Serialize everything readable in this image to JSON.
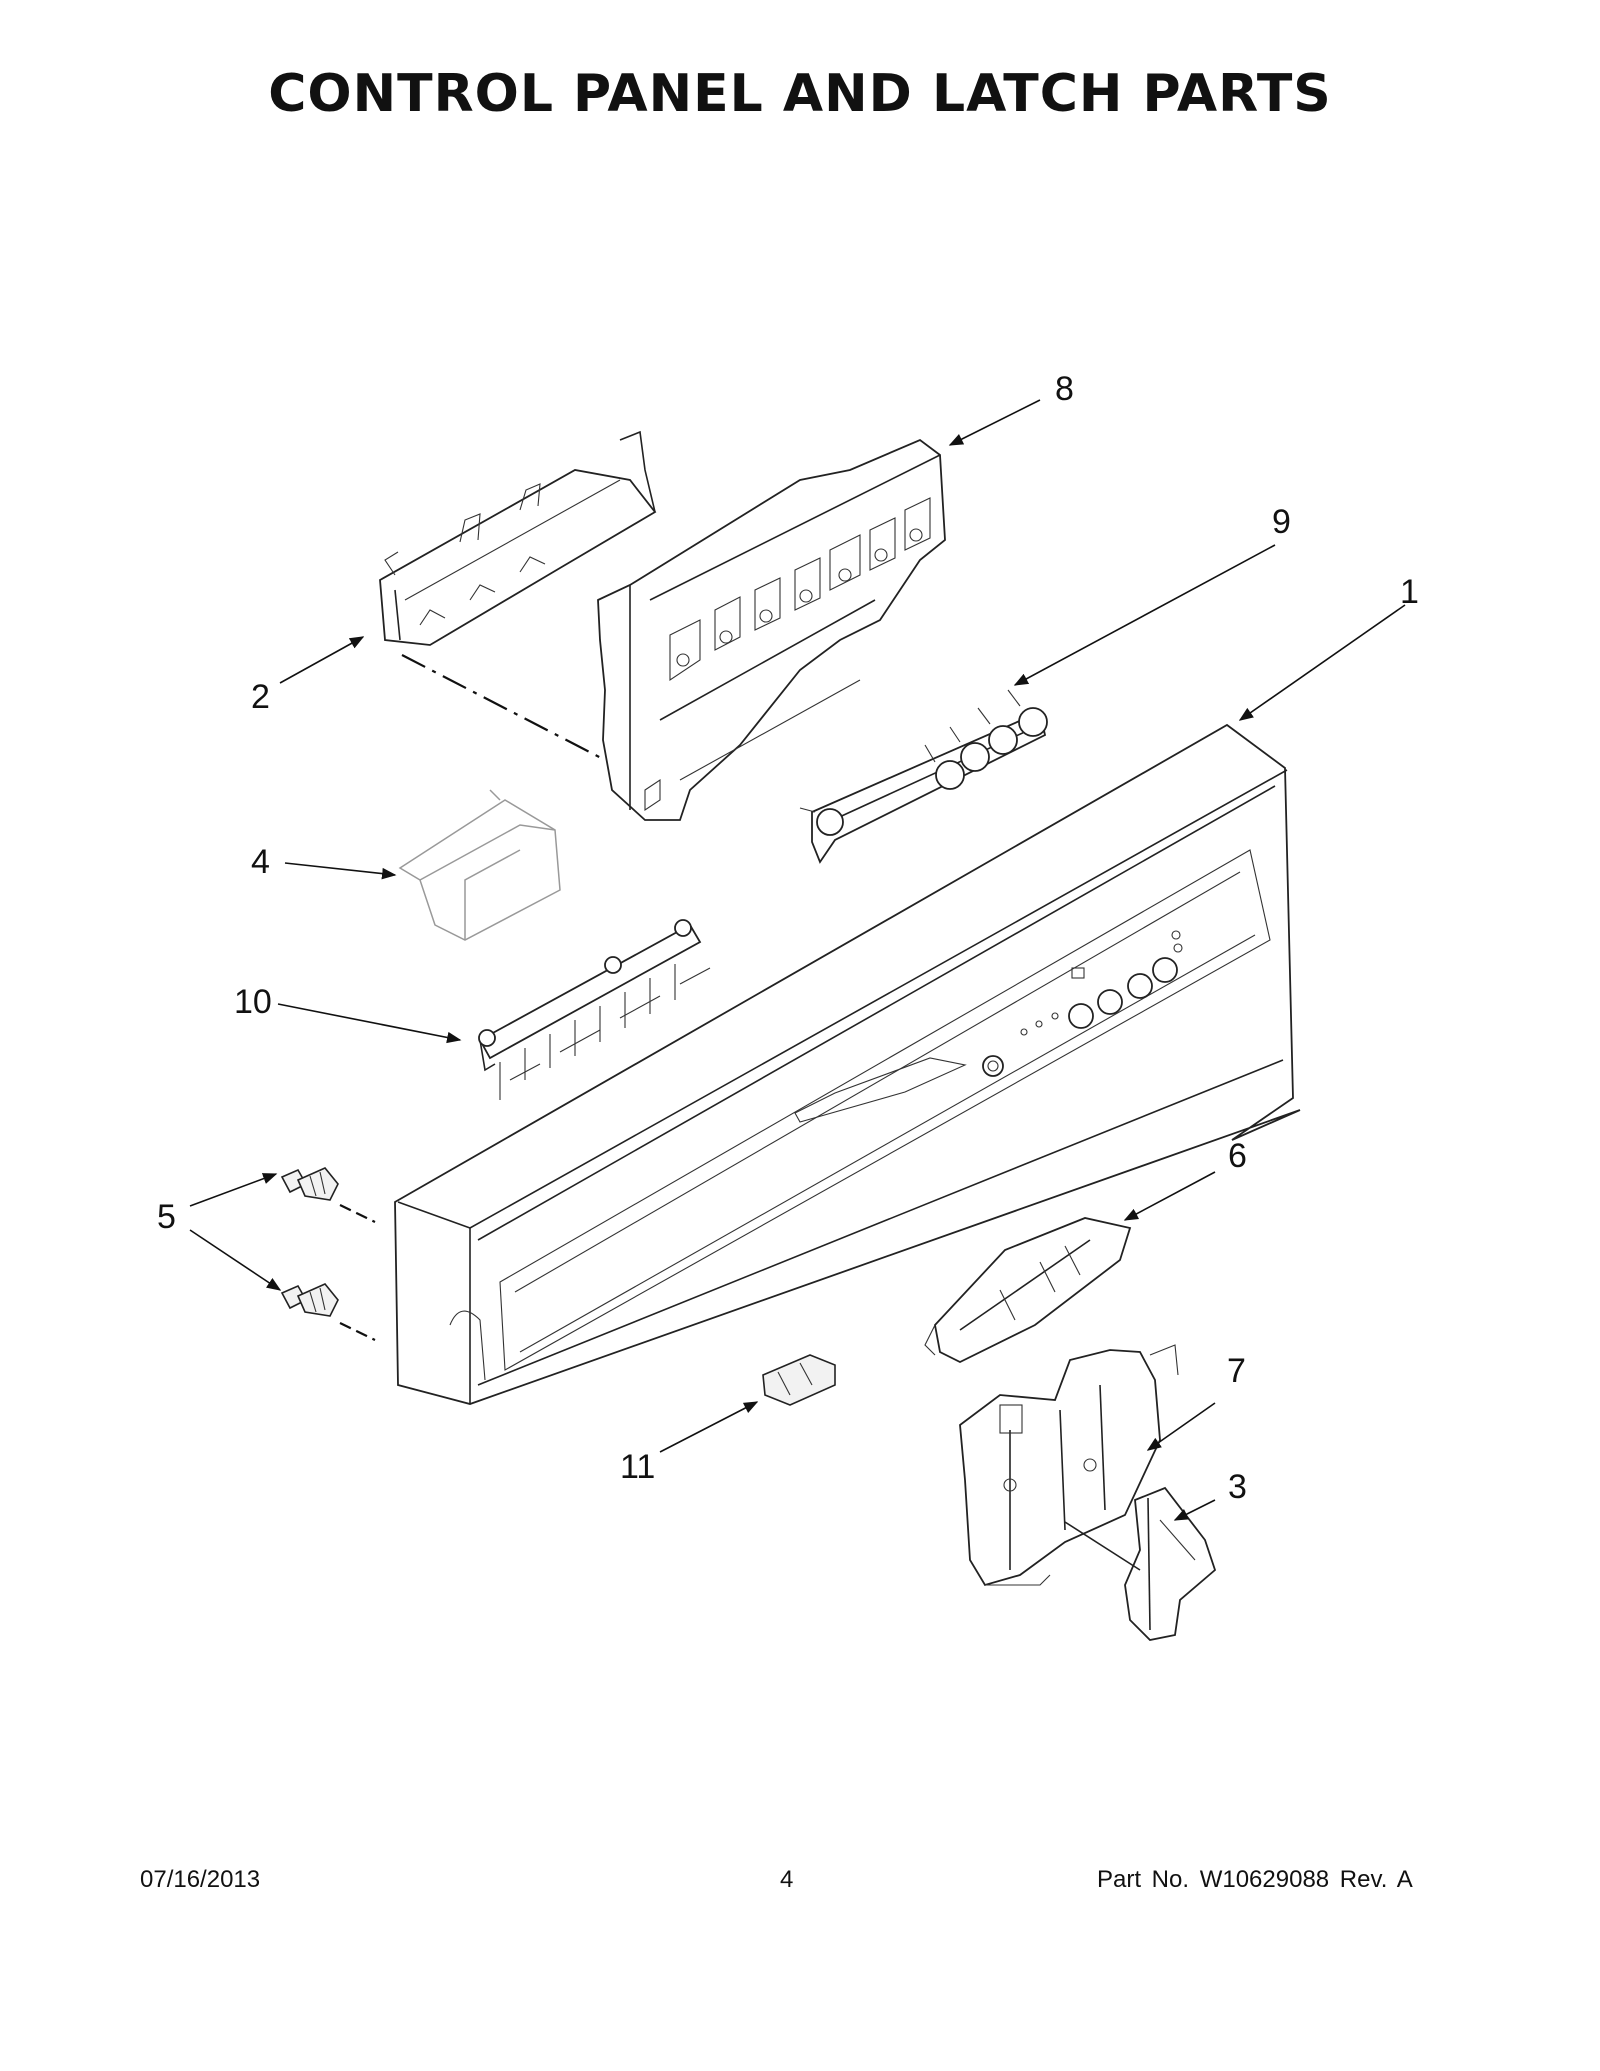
{
  "title": "CONTROL PANEL AND LATCH PARTS",
  "callouts": [
    "8",
    "9",
    "1",
    "2",
    "4",
    "10",
    "5",
    "6",
    "7",
    "11",
    "3"
  ],
  "footer": {
    "date": "07/16/2013",
    "page": "4",
    "part_no": "Part No.  W10629088  Rev.  A"
  }
}
